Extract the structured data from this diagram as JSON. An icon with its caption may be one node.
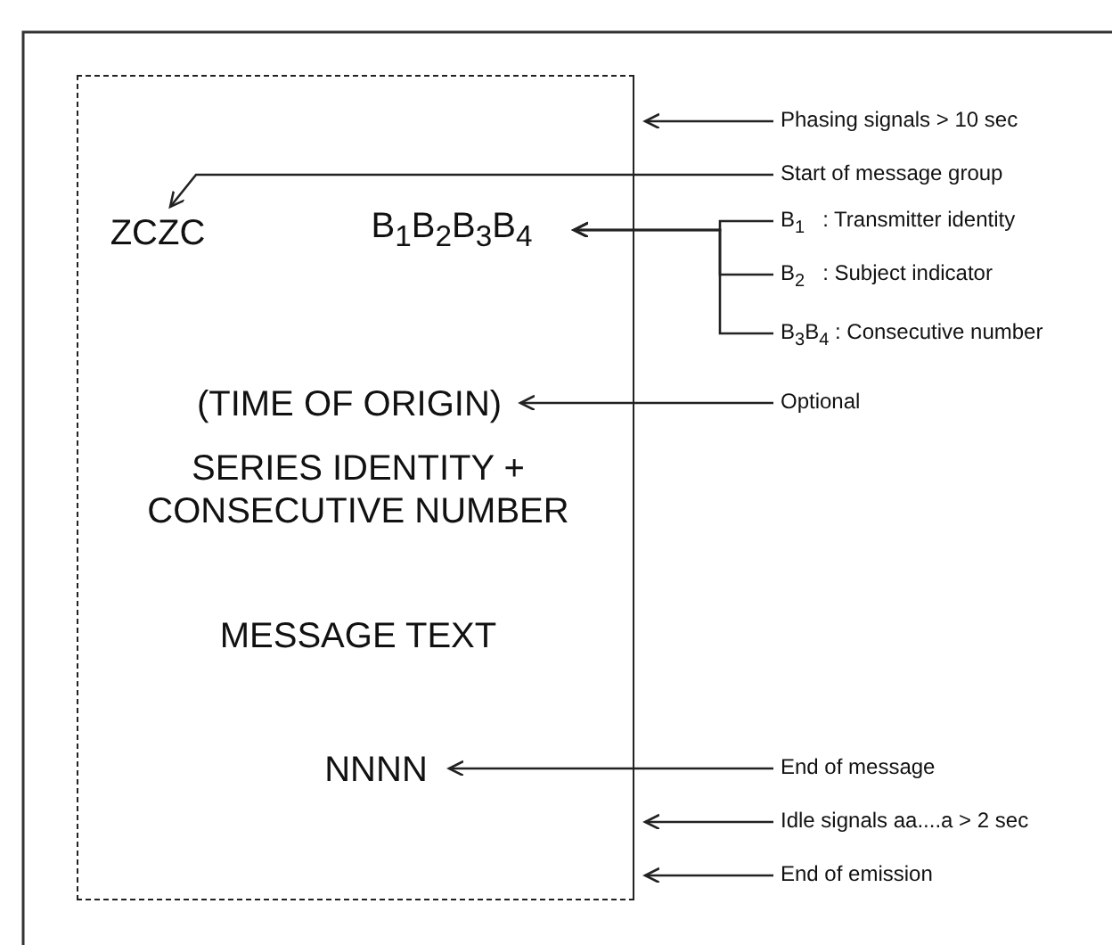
{
  "diagram": {
    "nodes": [
      {
        "text": [],
        "shape": "box"
      },
      {
        "text": [
          "ZCZC"
        ],
        "in": 0
      },
      {
        "text": [
          "B$_{1}$B$_{2}$B$_{3}$B$_{4}$"
        ],
        "in": 0
      },
      {
        "text": [
          "(TIME OF ORIGIN)"
        ],
        "in": 0
      },
      {
        "text": [
          "SERIES IDENTITY + CONSECUTIVE NUMBER"
        ],
        "in": 0
      },
      {
        "text": [
          "MESSAGE TEXT"
        ],
        "in": 0
      },
      {
        "text": [
          "NNNN"
        ],
        "in": 0
      },
      {
        "text": [
          "Phasing signals > 10 sec"
        ]
      },
      {
        "text": [
          "Start of message group"
        ]
      },
      {
        "text": [
          "B$_{1}$   : Transmitter identity"
        ]
      },
      {
        "text": [
          "B$_{2}$   : Subject indicator"
        ]
      },
      {
        "text": [
          "B$_{3}$B$_{4}$ : Consecutive number"
        ]
      },
      {
        "text": [
          "Optional"
        ]
      },
      {
        "text": [
          "End of message"
        ]
      },
      {
        "text": [
          "Idle signals aa....a > 2 sec"
        ]
      },
      {
        "text": [
          "End of emission"
        ]
      }
    ],
    "edges": [
      {
        "from": 7,
        "to": 0,
        "arrow": "to"
      },
      {
        "from": 8,
        "to": 1,
        "arrow": "to"
      },
      {
        "from": 9,
        "to": 2,
        "arrow": "to"
      },
      {
        "from": 10,
        "to": 2,
        "arrow": "to"
      },
      {
        "from": 11,
        "to": 2,
        "arrow": "to"
      },
      {
        "from": 12,
        "to": 3,
        "arrow": "to"
      },
      {
        "from": 13,
        "to": 6,
        "arrow": "to"
      },
      {
        "from": 14,
        "to": 0,
        "arrow": "to"
      },
      {
        "from": 15,
        "to": 0,
        "arrow": "to"
      }
    ]
  }
}
